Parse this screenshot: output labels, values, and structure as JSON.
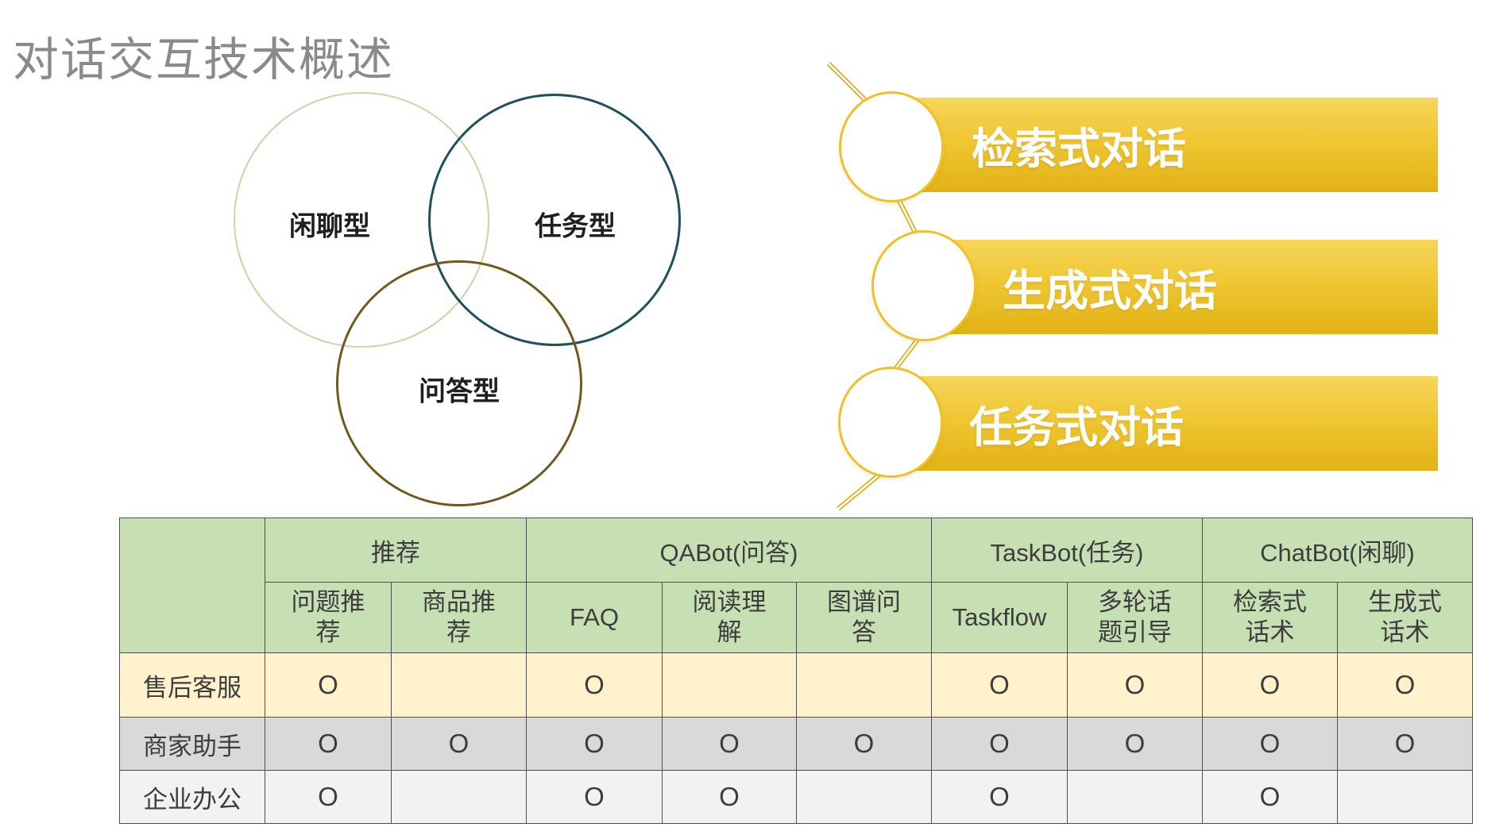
{
  "title": "对话交互技术概述",
  "venn": {
    "circles": [
      {
        "label": "闲聊型",
        "color": "#c3d9a8"
      },
      {
        "label": "任务型",
        "color": "#1f505e"
      },
      {
        "label": "问答型",
        "color": "#6f5a1d"
      }
    ]
  },
  "banners": {
    "gold_top": "#f6d65a",
    "gold_bottom": "#e2b215",
    "items": [
      {
        "label": "检索式对话"
      },
      {
        "label": "生成式对话"
      },
      {
        "label": "任务式对话"
      }
    ]
  },
  "table": {
    "groups": [
      {
        "label": "推荐",
        "span": 2
      },
      {
        "label": "QABot(问答)",
        "span": 3
      },
      {
        "label": "TaskBot(任务)",
        "span": 2
      },
      {
        "label": "ChatBot(闲聊)",
        "span": 2
      }
    ],
    "columns": [
      "问题推\n荐",
      "商品推\n荐",
      "FAQ",
      "阅读理\n解",
      "图谱问\n答",
      "Taskflow",
      "多轮话\n题引导",
      "检索式\n话术",
      "生成式\n话术"
    ],
    "rows": [
      {
        "label": "售后客服",
        "marks": [
          "O",
          "",
          "O",
          "",
          "",
          "O",
          "O",
          "O",
          "O"
        ]
      },
      {
        "label": "商家助手",
        "marks": [
          "O",
          "O",
          "O",
          "O",
          "O",
          "O",
          "O",
          "O",
          "O"
        ]
      },
      {
        "label": "企业办公",
        "marks": [
          "O",
          "",
          "O",
          "O",
          "",
          "O",
          "",
          "O",
          ""
        ]
      }
    ],
    "colors": {
      "header_bg": "#c6e0b4",
      "row_after_sales_bg": "#fff2cc",
      "row_merchant_bg": "#d9d9d9",
      "row_office_bg": "#f2f2f2",
      "border": "#4f4f4f"
    }
  }
}
